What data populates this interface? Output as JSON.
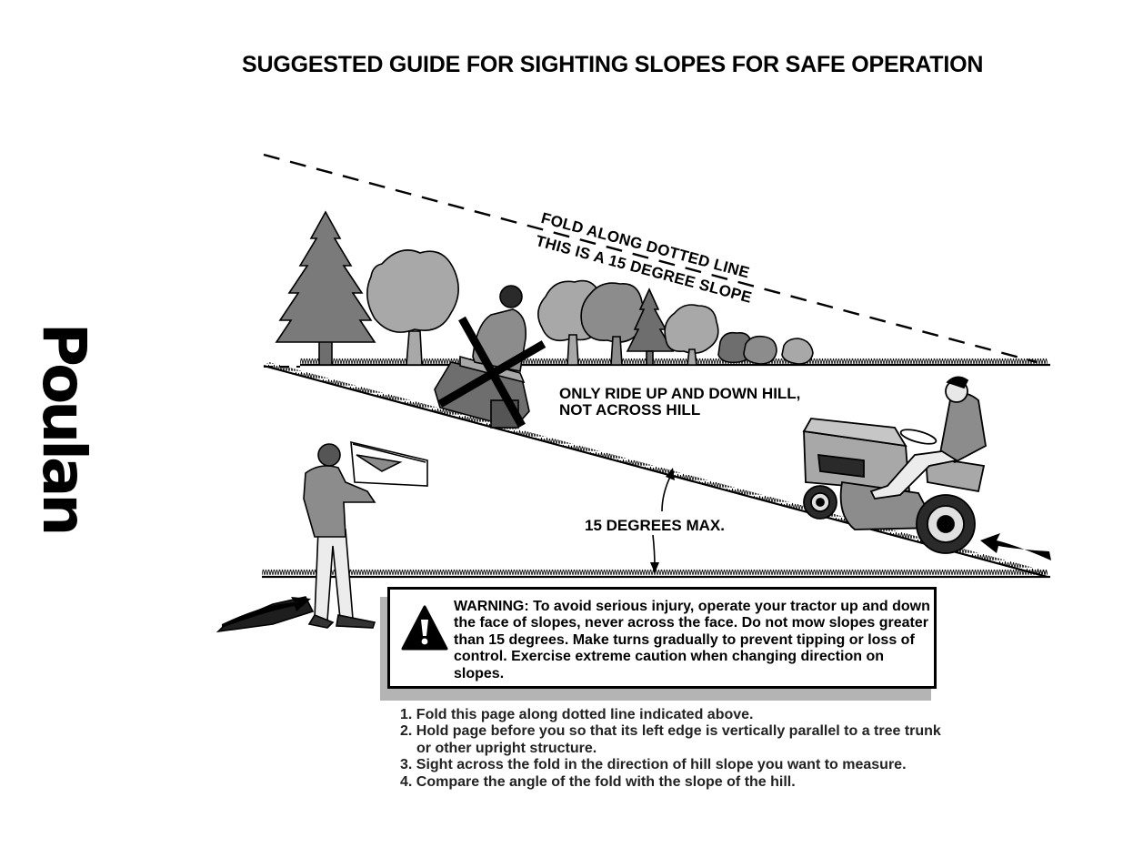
{
  "page": {
    "title": "SUGGESTED GUIDE FOR SIGHTING SLOPES FOR SAFE OPERATION",
    "brand": "Poulan"
  },
  "diagram": {
    "fold_label": "FOLD ALONG DOTTED LINE",
    "slope_label": "THIS IS A 15 DEGREE SLOPE",
    "ride_instruction": [
      "ONLY RIDE UP AND DOWN HILL,",
      "NOT ACROSS HILL"
    ],
    "angle_label": "15 DEGREES MAX."
  },
  "warning": {
    "icon": "exclamation-triangle-icon",
    "text": "WARNING: To avoid serious injury, operate your tractor up and down the face of slopes, never across the face. Do not mow slopes greater than 15 degrees. Make turns gradually to prevent tipping or loss of control. Exercise extreme caution when changing direction on slopes."
  },
  "instructions": [
    "1. Fold this page along dotted line indicated above.",
    "2. Hold page before you so that its left edge is vertically parallel to a tree trunk or other upright structure.",
    "3. Sight across the fold in the direction of hill slope you want to measure.",
    "4. Compare the angle of the fold with the slope of the hill."
  ],
  "colors": {
    "ink": "#000000",
    "tree_dark": "#6e6e6e",
    "tree_mid": "#8c8c8c",
    "tree_light": "#a8a8a8",
    "shadow": "#b4b4b4"
  }
}
